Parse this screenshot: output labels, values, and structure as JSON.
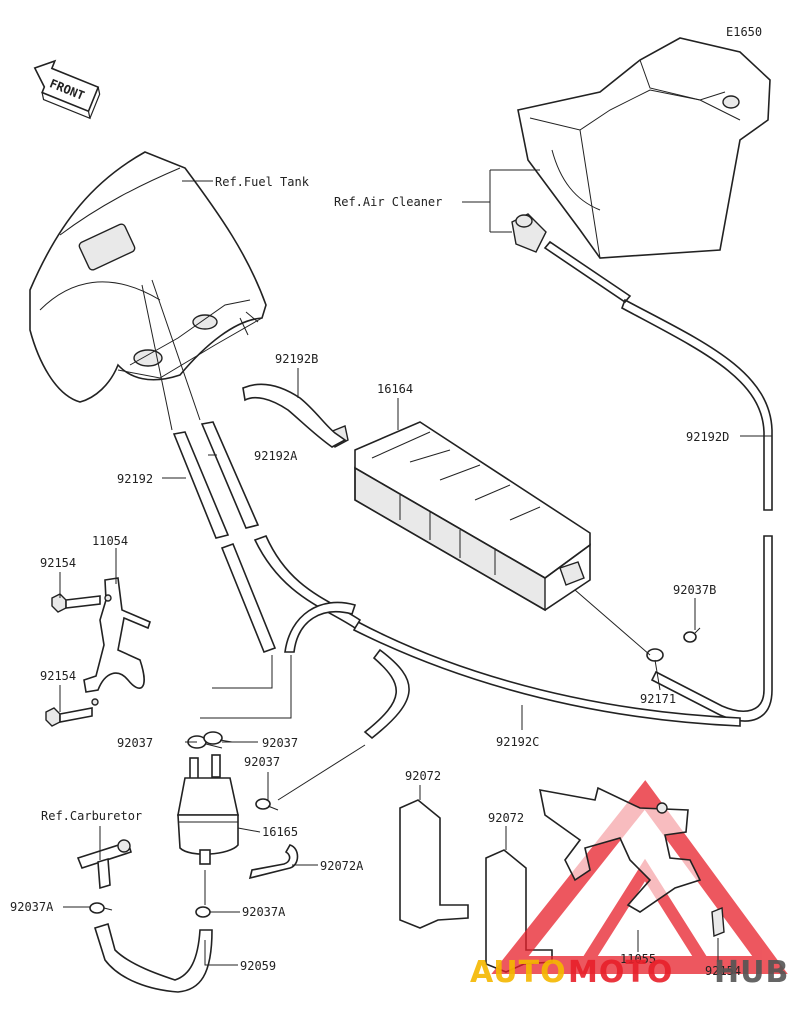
{
  "diagram_code": "E1650",
  "front_badge": "FRONT",
  "labels": {
    "ref_fuel_tank": "Ref.Fuel Tank",
    "ref_air_cleaner": "Ref.Air Cleaner",
    "ref_carburetor": "Ref.Carburetor",
    "p92192B": "92192B",
    "p16164": "16164",
    "p92192D": "92192D",
    "p92192A": "92192A",
    "p92192": "92192",
    "p11054": "11054",
    "p92154_a": "92154",
    "p92154_b": "92154",
    "p92154_c": "92154",
    "p92037B": "92037B",
    "p92171": "92171",
    "p92037_a": "92037",
    "p92037_b": "92037",
    "p92037_c": "92037",
    "p92192C": "92192C",
    "p92072_a": "92072",
    "p92072_b": "92072",
    "p16165": "16165",
    "p92072A": "92072A",
    "p92037A_a": "92037A",
    "p92037A_b": "92037A",
    "p92059": "92059",
    "p11055": "11055"
  },
  "watermark": {
    "part1": "AUTO",
    "part2": "MOTO",
    "part3": "HUB",
    "color1": "#f5b800",
    "color2": "#e8202a",
    "color3": "#555555"
  }
}
